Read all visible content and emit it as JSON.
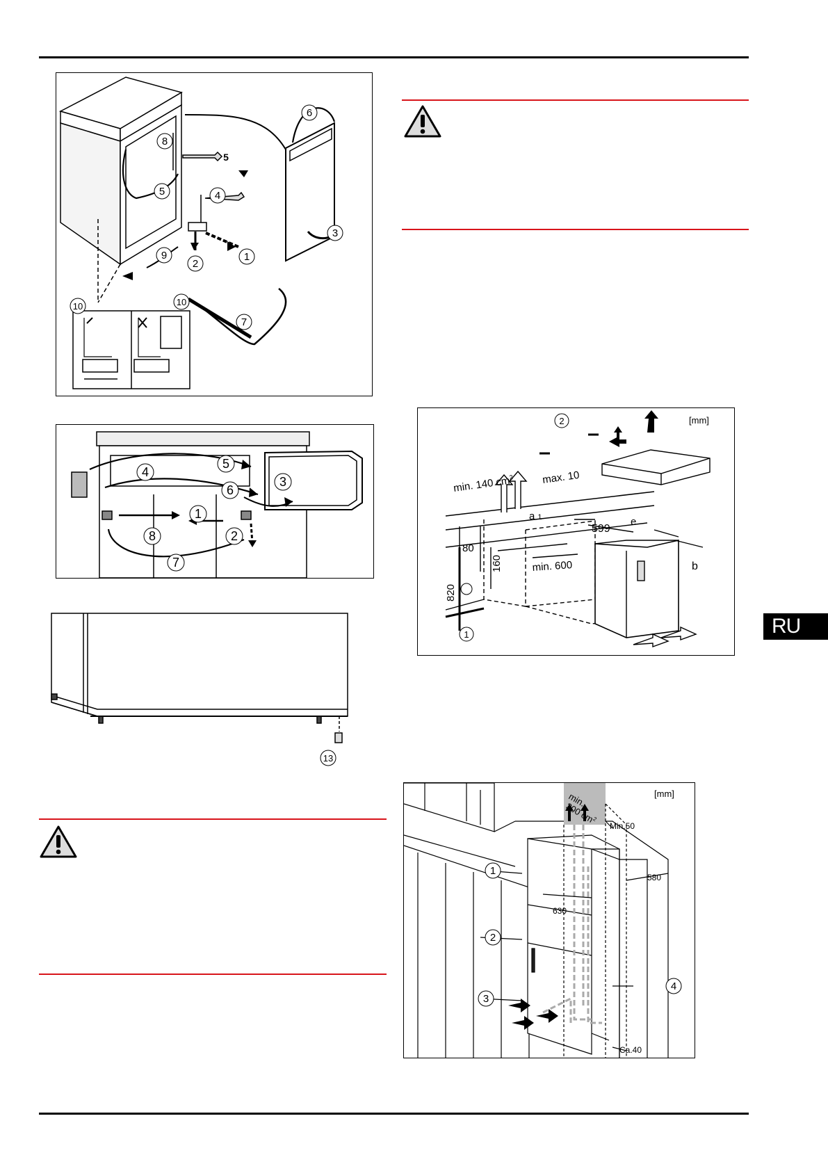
{
  "language_tab": "RU",
  "figure_a": {
    "callouts": [
      "1",
      "2",
      "3",
      "4",
      "5",
      "6",
      "7",
      "8",
      "9",
      "10"
    ],
    "wrench_label": "5",
    "inset_label": "10"
  },
  "figure_b": {
    "callouts": [
      "1",
      "2",
      "3",
      "4",
      "5",
      "6",
      "7",
      "8"
    ]
  },
  "figure_c": {
    "callout": "13"
  },
  "figure_d": {
    "unit": "[mm]",
    "vent_area": "min. 140 cm",
    "vent_area_sup": "2",
    "max_gap": "max. 10",
    "dim_a": "a",
    "dim_a_sub": "1",
    "width": "599",
    "dim_e": "e",
    "dim_b": "b",
    "min_depth": "min. 600",
    "h80": "80",
    "h160": "160",
    "h820": "820",
    "callouts": [
      "1",
      "2"
    ]
  },
  "figure_e": {
    "unit": "[mm]",
    "vent_min": "min.",
    "vent_area": "300 cm",
    "vent_sup": "2",
    "min50": "Min.50",
    "d580": "580",
    "d630": "630",
    "ca40": "Ca.40",
    "callouts": [
      "1",
      "2",
      "3",
      "4"
    ]
  }
}
